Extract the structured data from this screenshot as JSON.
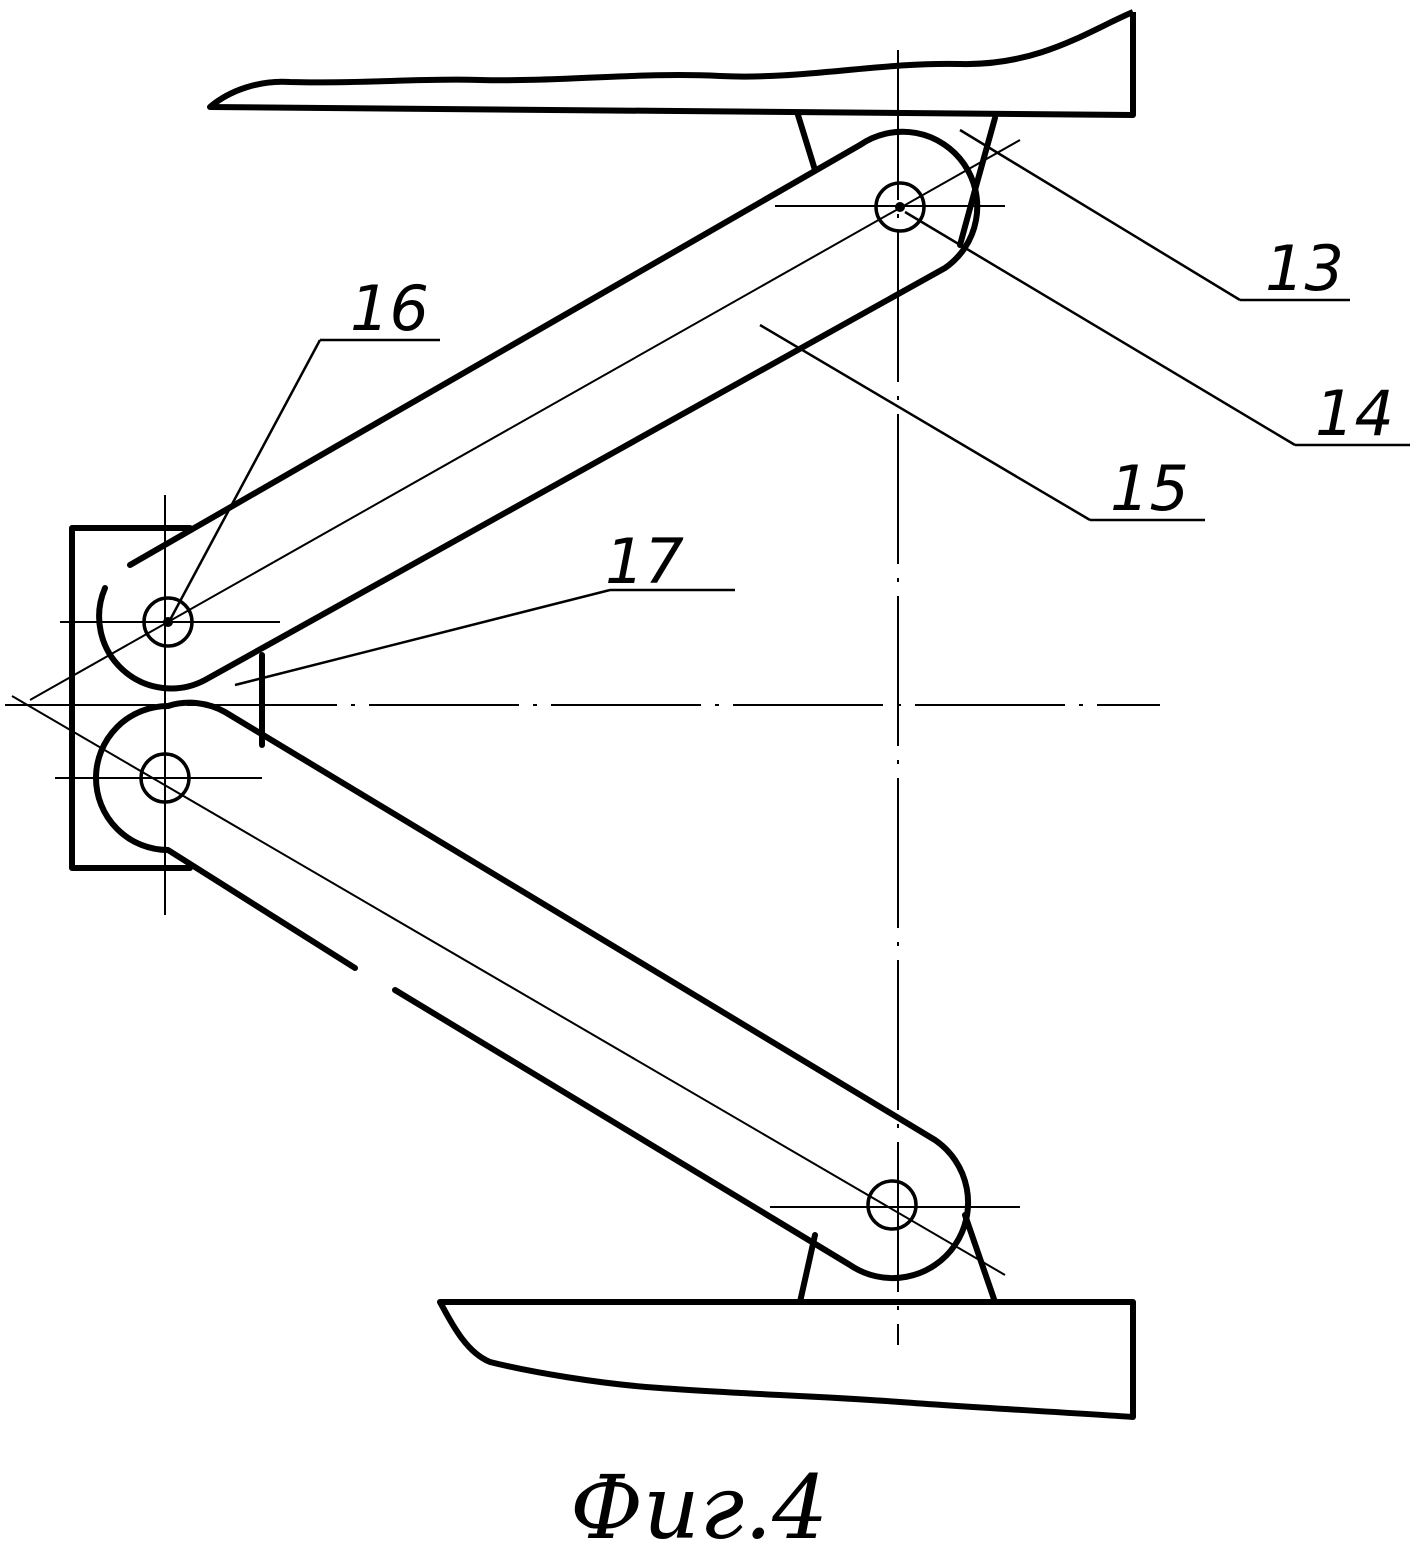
{
  "figure": {
    "caption": "Фиг.4",
    "labels": {
      "n13": "13",
      "n14": "14",
      "n15": "15",
      "n16": "16",
      "n17": "17"
    }
  }
}
